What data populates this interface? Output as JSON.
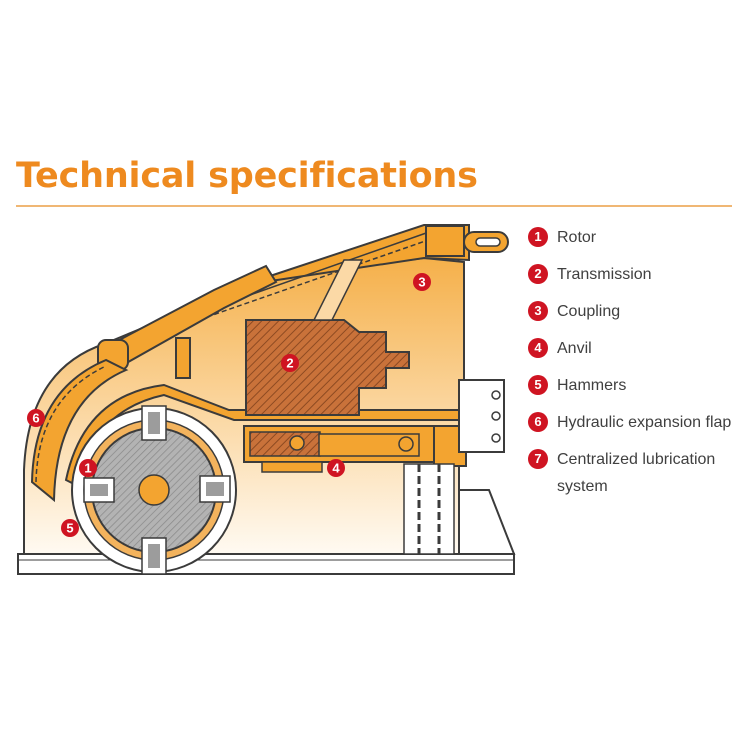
{
  "title": "Technical specifications",
  "legend": [
    {
      "num": "1",
      "label": "Rotor"
    },
    {
      "num": "2",
      "label": "Transmission"
    },
    {
      "num": "3",
      "label": "Coupling"
    },
    {
      "num": "4",
      "label": "Anvil"
    },
    {
      "num": "5",
      "label": "Hammers"
    },
    {
      "num": "6",
      "label": "Hydraulic expansion flap"
    },
    {
      "num": "7",
      "label": "Centralized lubrication system"
    }
  ],
  "diagram_markers": [
    "1",
    "2",
    "3",
    "4",
    "5",
    "6"
  ],
  "colors": {
    "title": "#ee8a1f",
    "marker": "#cf1422",
    "machine_orange": "#f3a430",
    "machine_light": "#fde3bd",
    "rotor_grey": "#b0b0b0",
    "outline": "#3b3b3b"
  }
}
